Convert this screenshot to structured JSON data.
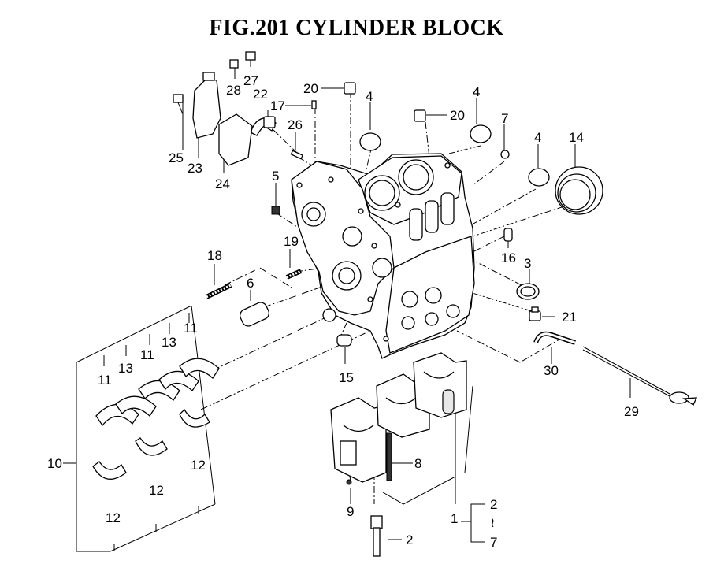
{
  "title": "FIG.201  CYLINDER BLOCK",
  "callouts": {
    "c1": "1",
    "c2a": "2",
    "c2b": "2",
    "c3": "3",
    "c4a": "4",
    "c4b": "4",
    "c4c": "4",
    "c5": "5",
    "c6": "6",
    "c7a": "7",
    "c7b": "7",
    "c8": "8",
    "c9": "9",
    "c10": "10",
    "c11a": "11",
    "c11b": "11",
    "c11c": "11",
    "c12a": "12",
    "c12b": "12",
    "c12c": "12",
    "c13a": "13",
    "c13b": "13",
    "c14": "14",
    "c15": "15",
    "c16": "16",
    "c17": "17",
    "c18": "18",
    "c19": "19",
    "c20a": "20",
    "c20b": "20",
    "c21": "21",
    "c22": "22",
    "c23": "23",
    "c24": "24",
    "c25": "25",
    "c26": "26",
    "c27": "27",
    "c28": "28",
    "c29": "29",
    "c30": "30",
    "range_sep": "≀"
  }
}
